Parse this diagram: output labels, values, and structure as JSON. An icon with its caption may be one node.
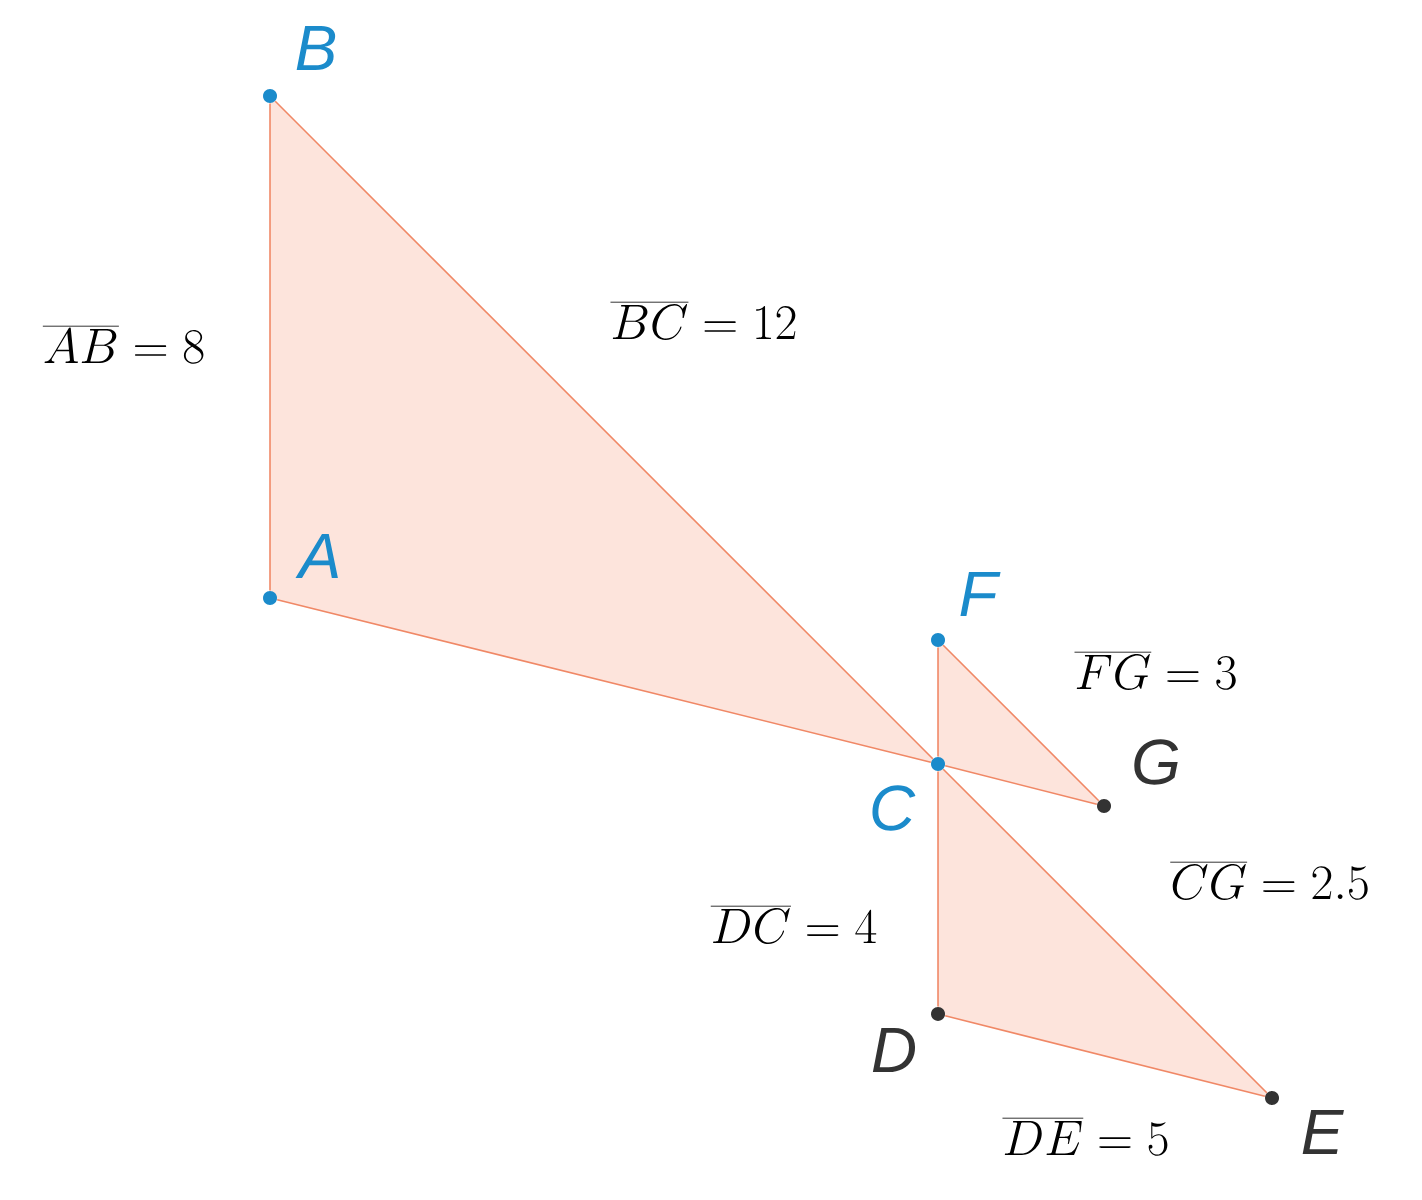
{
  "diagram": {
    "nodes": [
      {
        "text": [],
        "shape": "circle",
        "beside": [
          "B"
        ]
      },
      {
        "text": [],
        "shape": "circle",
        "beside": [
          "A"
        ]
      },
      {
        "text": [],
        "shape": "circle",
        "beside": [
          "F"
        ]
      },
      {
        "text": [],
        "shape": "circle",
        "beside": [
          "C"
        ]
      },
      {
        "text": [],
        "shape": "circle",
        "beside": [
          "G"
        ]
      },
      {
        "text": [],
        "shape": "circle",
        "beside": [
          "D"
        ]
      },
      {
        "text": [],
        "shape": "circle",
        "beside": [
          "E"
        ]
      }
    ],
    "edges": [
      {
        "from": 1,
        "to": 0,
        "arrow": "none",
        "label": "\\overline{AB} = 8"
      },
      {
        "from": 0,
        "to": 3,
        "arrow": "none",
        "label": "\\overline{BC} = 12"
      },
      {
        "from": 1,
        "to": 3,
        "arrow": "none"
      },
      {
        "from": 2,
        "to": 3,
        "arrow": "none"
      },
      {
        "from": 2,
        "to": 4,
        "arrow": "none",
        "label": "\\overline{FG} = 3"
      },
      {
        "from": 3,
        "to": 4,
        "arrow": "none",
        "label": "\\overline{CG} = 2.5"
      },
      {
        "from": 3,
        "to": 5,
        "arrow": "none",
        "label": "\\overline{DC} = 4"
      },
      {
        "from": 5,
        "to": 6,
        "arrow": "none",
        "label": "\\overline{DE} = 5"
      },
      {
        "from": 3,
        "to": 6,
        "arrow": "none"
      }
    ]
  }
}
